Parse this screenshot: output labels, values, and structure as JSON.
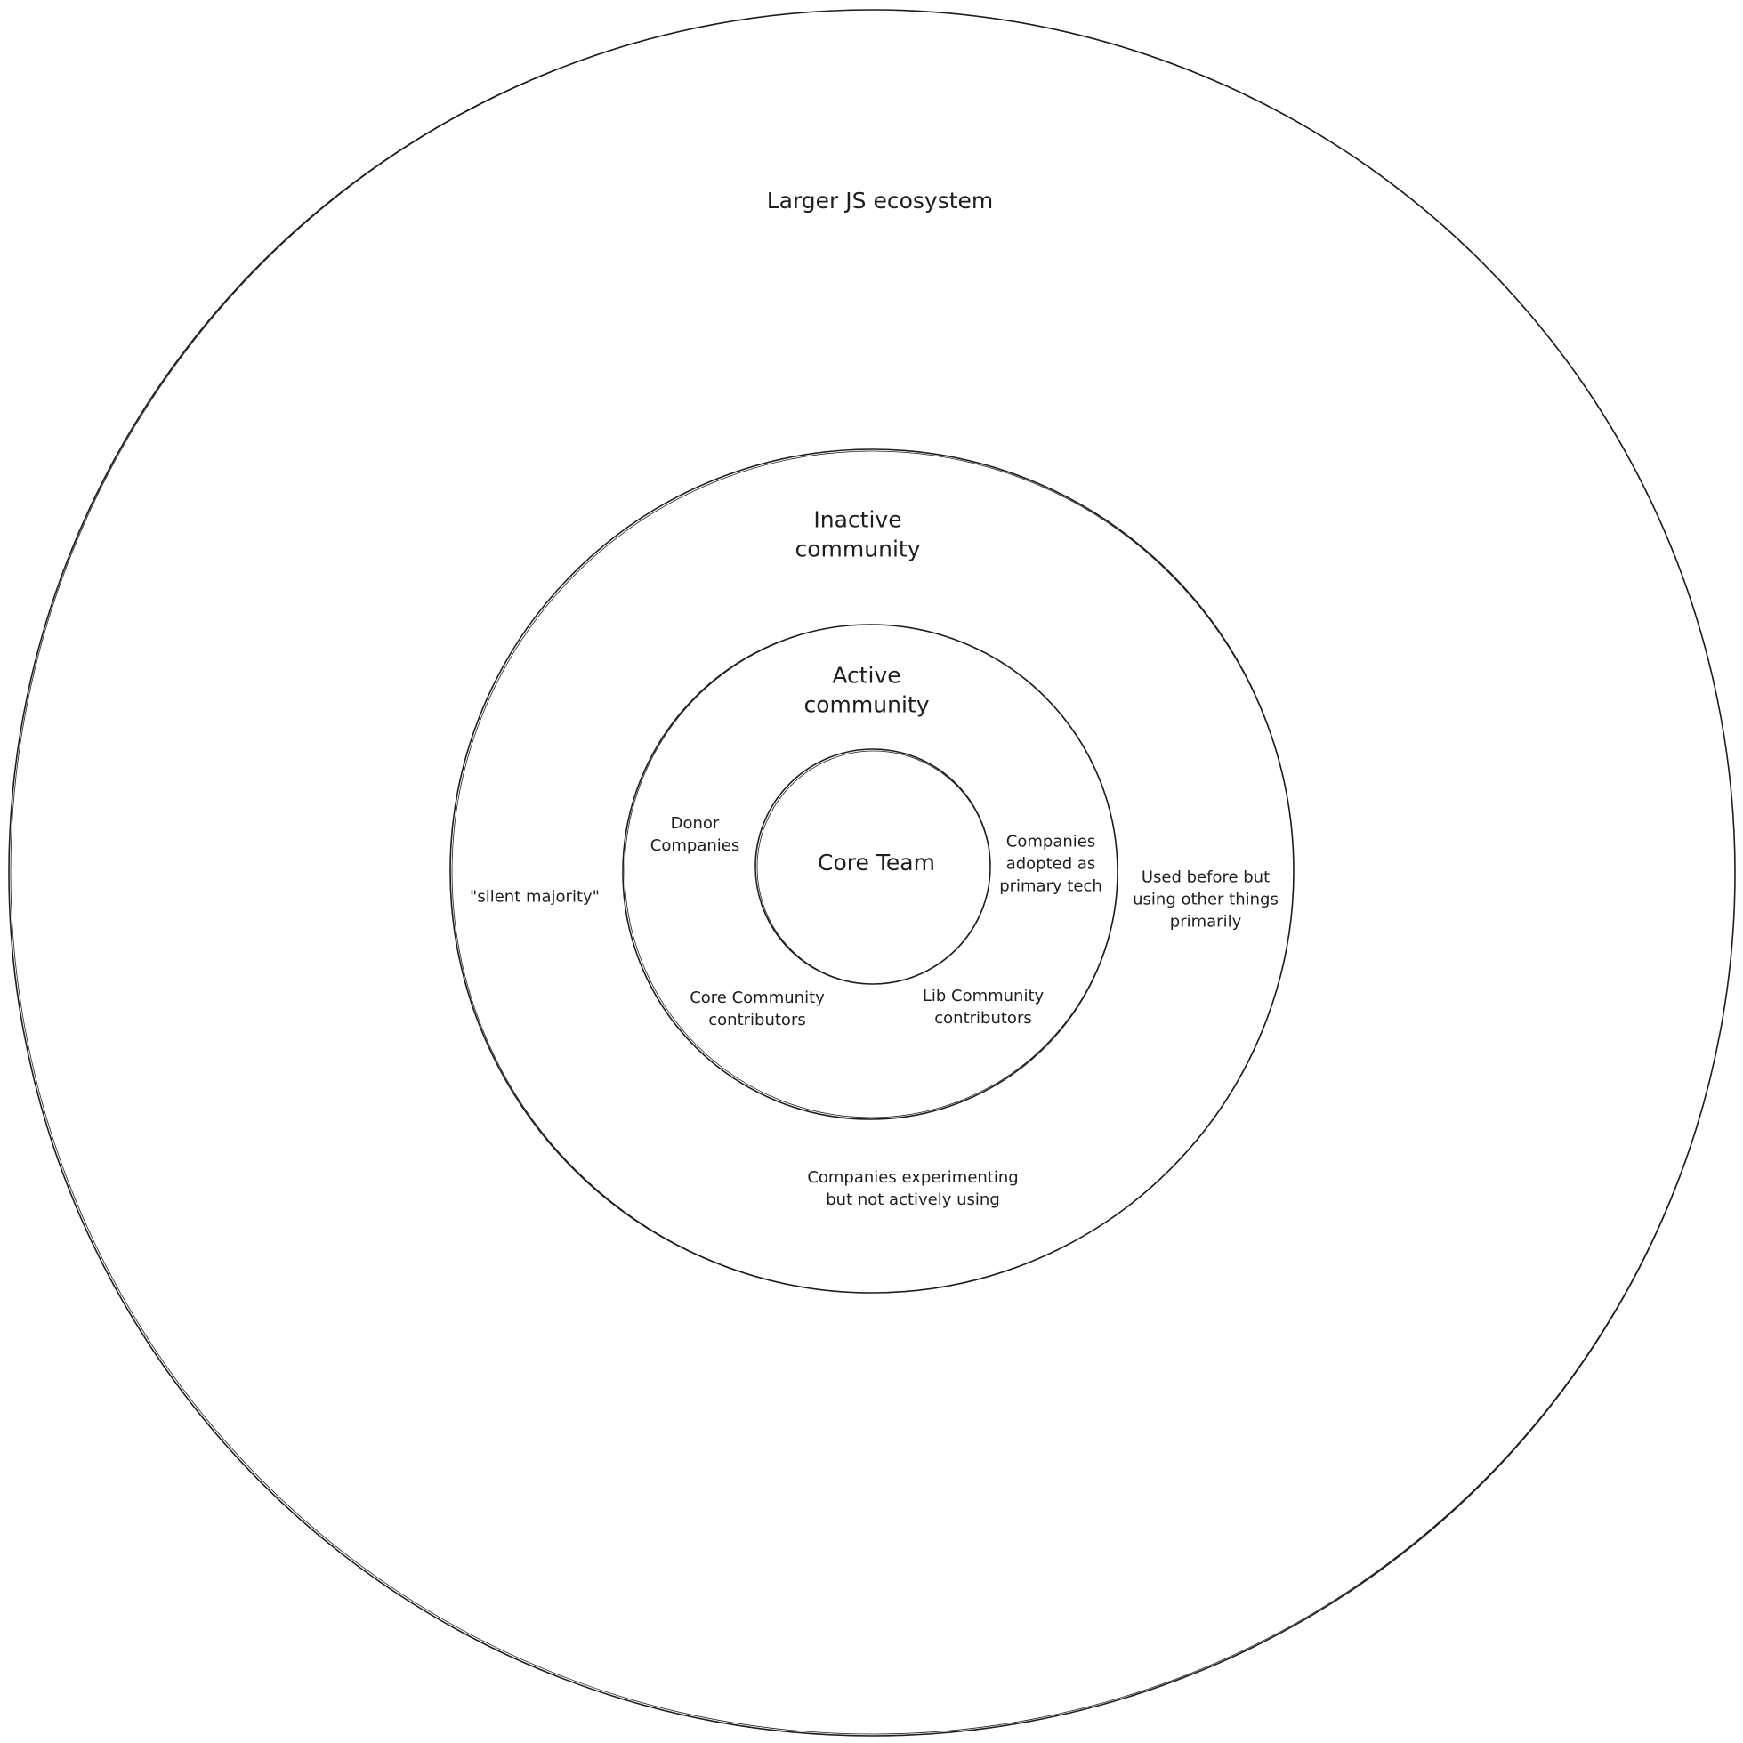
{
  "rings": [
    {
      "name": "Larger JS ecosystem",
      "label": "Larger JS ecosystem"
    },
    {
      "name": "Inactive community",
      "label_lines": [
        "Inactive",
        "community"
      ]
    },
    {
      "name": "Active community",
      "label_lines": [
        "Active",
        "community"
      ]
    },
    {
      "name": "Core Team",
      "label": "Core Team"
    }
  ],
  "notes": {
    "donor": [
      "Donor",
      "Companies"
    ],
    "adopted": [
      "Companies",
      "adopted as",
      "primary tech"
    ],
    "used_before": [
      "Used before but",
      "using other things",
      "primarily"
    ],
    "silent": "\"silent majority\"",
    "core_contrib": [
      "Core Community",
      "contributors"
    ],
    "lib_contrib": [
      "Lib Community",
      "contributors"
    ],
    "experimenting": [
      "Companies experimenting",
      "but not actively using"
    ]
  },
  "stroke_color": "#1e1e1e"
}
